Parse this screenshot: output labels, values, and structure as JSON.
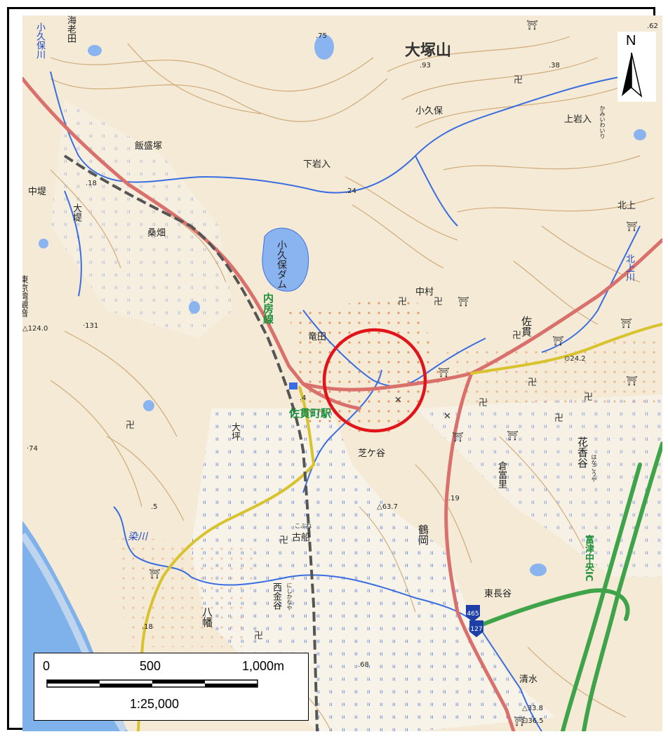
{
  "map": {
    "scale_bar": {
      "tick_0": "0",
      "tick_500": "500",
      "tick_1000": "1,000m",
      "ratio": "1:25,000"
    },
    "north": "N",
    "labels": {
      "otsukayama": "大塚山",
      "kokubo_top": "小久保",
      "kokubo_river": "小久保川",
      "ebida": "海老田",
      "iimoriduka": "飯盛塚",
      "shimoiwairi": "下岩入",
      "kamiiwairi": "上岩入",
      "kamiiwairi_kana": "かみいわいり",
      "nakatsutsumi": "中堤",
      "otsutsumi": "大堤",
      "kuwabata": "桑畑",
      "kokubo_dam": "小久保ダム",
      "naibo_line": "内房線",
      "togyokan": "東京湾観音",
      "tateda": "竜田",
      "nakamura": "中村",
      "sanuki": "佐貫",
      "kitakami": "北上",
      "kitakami_river": "北上川",
      "sanuki_station": "佐貫町駅",
      "owo": "大坪",
      "shibagaya": "芝ケ谷",
      "kagoyata": "花香谷",
      "kagoyata_kana": "はなごうや",
      "kuratomi": "倉富里",
      "tsuruoka": "鶴岡",
      "somegawa": "染川",
      "kofune": "古船",
      "kofune_kana": "こぶね",
      "nishikanaya": "西金谷",
      "nishikanaya_kana": "にしかなや",
      "hachiman": "八幡",
      "higashinagaya": "東長谷",
      "futtsu_ic": "富津中央IC",
      "shimizu": "清水"
    },
    "elevations": {
      "e75": ".75",
      "e93": ".93",
      "e38": ".38",
      "e62": ".62",
      "e18a": ".18",
      "e24": ".24",
      "e124": "△124.0",
      "e131": "·131",
      "e74": "·74",
      "e24_2": "⊙24.2",
      "e637": "△63.7",
      "e19": ".19",
      "e5": ".5",
      "e18b": ".18",
      "e68": ".68",
      "e338": "△33.8",
      "e365": "⊡36.5",
      "e4": ".4"
    },
    "route_numbers": {
      "r465": "465",
      "r127": "127"
    },
    "colors": {
      "land": "#f4ead6",
      "contour": "#c9a06a",
      "river": "#3a6ee0",
      "water": "#8ab4f0",
      "road_national": "#d9706c",
      "road_prefectural": "#e6d23a",
      "expressway": "#3fa34a",
      "railway": "#555555",
      "highlight_circle": "#e0141a",
      "sea": "#7fb1ea"
    }
  }
}
